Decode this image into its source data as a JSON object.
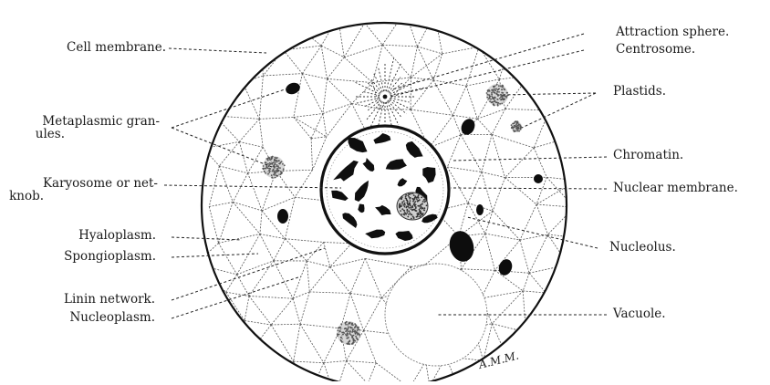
{
  "diagram": {
    "labels_left": {
      "cell_membrane": "Cell membrane.",
      "metaplasmic_line1": "Metaplasmic gran-",
      "metaplasmic_line2": "ules.",
      "karyosome_line1": "Karyosome or net-",
      "karyosome_line2": "knob.",
      "hyaloplasm": "Hyaloplasm.",
      "spongioplasm": "Spongioplasm.",
      "linin_network": "Linin network.",
      "nucleoplasm": "Nucleoplasm."
    },
    "labels_right": {
      "attraction_sphere": "Attraction sphere.",
      "centrosome": "Centrosome.",
      "plastids": "Plastids.",
      "chromatin": "Chromatin.",
      "nuclear_membrane": "Nuclear membrane.",
      "nucleolus": "Nucleolus.",
      "vacuole": "Vacuole."
    },
    "signature": "A.M.M."
  }
}
